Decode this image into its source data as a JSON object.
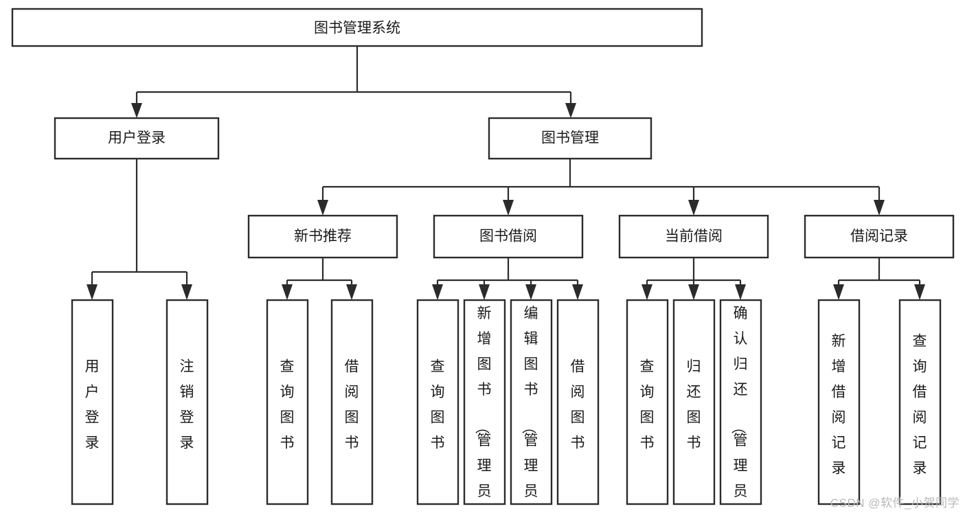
{
  "diagram": {
    "type": "tree-hierarchy-chart",
    "title": "图书管理系统",
    "watermark": "CSDN @软件_小贺同学",
    "colors": {
      "stroke": "#2b2b2b",
      "fill": "#ffffff",
      "text": "#1a1a1a",
      "watermark": "#b9b9b9"
    },
    "levels": {
      "root": {
        "label": "图书管理系统"
      },
      "level2": [
        {
          "label": "用户登录"
        },
        {
          "label": "图书管理"
        }
      ],
      "level3": [
        {
          "label": "新书推荐"
        },
        {
          "label": "图书借阅"
        },
        {
          "label": "当前借阅"
        },
        {
          "label": "借阅记录"
        }
      ],
      "leaves": {
        "user_login": [
          {
            "label": "用户登录"
          },
          {
            "label": "注销登录"
          }
        ],
        "new_book_recommend": [
          {
            "label": "查询图书"
          },
          {
            "label": "借阅图书"
          }
        ],
        "book_borrow": [
          {
            "label": "查询图书"
          },
          {
            "label": "新增图书（管理员）"
          },
          {
            "label": "编辑图书（管理员）"
          },
          {
            "label": "借阅图书"
          }
        ],
        "current_borrow": [
          {
            "label": "查询图书"
          },
          {
            "label": "归还图书"
          },
          {
            "label": "确认归还（管理员）"
          }
        ],
        "borrow_record": [
          {
            "label": "新增借阅记录"
          },
          {
            "label": "查询借阅记录"
          }
        ]
      }
    }
  }
}
